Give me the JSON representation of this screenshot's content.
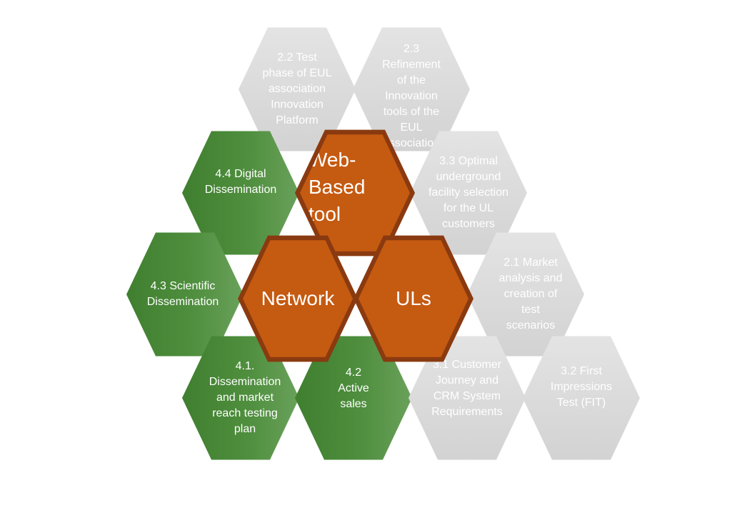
{
  "diagram": {
    "core": {
      "web_tool": "Web-Based\ntool",
      "network": "Network",
      "uls": "ULs"
    },
    "grey": {
      "t22": "2.2 Test\nphase of EUL\nassociation\nInnovation\nPlatform",
      "t23": "2.3\nRefinement\nof the\nInnovation\ntools of the\nEUL\nassociation",
      "t33": "3.3 Optimal\nunderground\nfacility selection\nfor the UL\ncustomers",
      "t21": "2.1 Market\nanalysis and\ncreation of\ntest\nscenarios",
      "t31": "3.1 Customer\nJourney and\nCRM System\nRequirements",
      "t32": "3.2 First\nImpressions\nTest (FIT)"
    },
    "green": {
      "t44": "4.4 Digital\nDissemination",
      "t43": "4.3 Scientific\nDissemination",
      "t41": "4.1.\nDissemination\nand market\nreach testing\nplan",
      "t42": "4.2\nActive\nsales"
    },
    "colors": {
      "grey": "#d9d9d9",
      "green": "#4e8e3d",
      "orange": "#c55a11",
      "orange_border": "#8a3a10"
    }
  }
}
